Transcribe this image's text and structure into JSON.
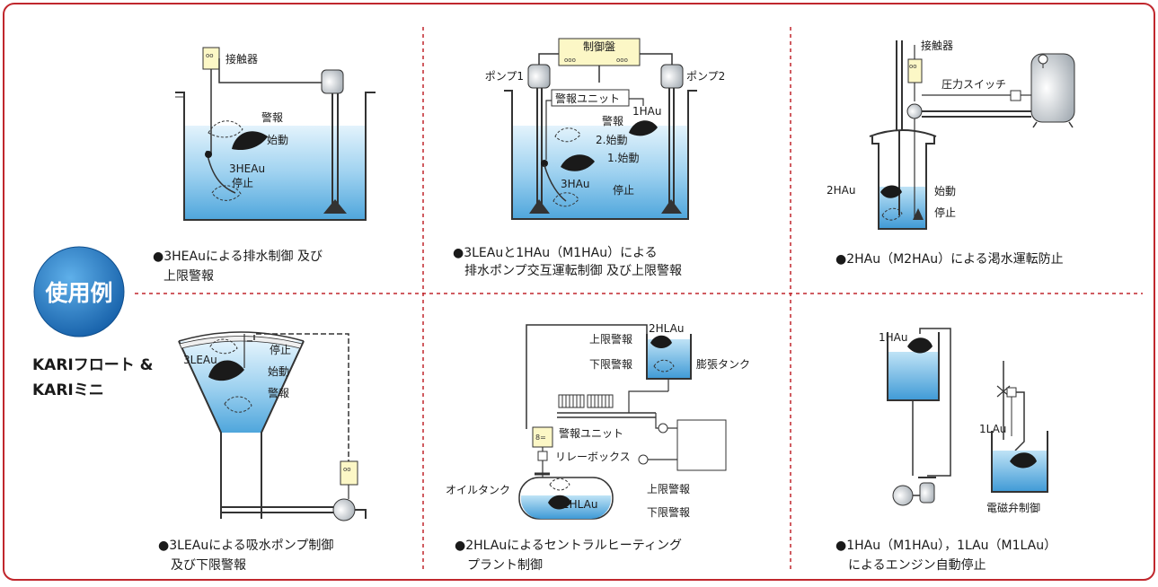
{
  "badge": {
    "label": "使用例"
  },
  "product": {
    "line1": "KARIフロート &",
    "line2": "KARIミニ"
  },
  "panels": [
    {
      "captions": [
        "●3HEAuによる排水制御 及び",
        "上限警報"
      ],
      "labels": {
        "contactor": "接触器",
        "alarm": "警報",
        "start": "始動",
        "model": "3HEAu",
        "stop": "停止"
      }
    },
    {
      "captions": [
        "●3LEAuと1HAu（M1HAu）による",
        "排水ポンプ交互運転制御 及び上限警報"
      ],
      "labels": {
        "panel": "制御盤",
        "pump1": "ポンプ1",
        "pump2": "ポンプ2",
        "alarm_unit": "警報ユニット",
        "model_1hau": "1HAu",
        "alarm": "警報",
        "start2": "2.始動",
        "start1": "1.始動",
        "model_3hau": "3HAu",
        "stop": "停止"
      }
    },
    {
      "captions": [
        "●2HAu（M2HAu）による渇水運転防止"
      ],
      "labels": {
        "contactor": "接触器",
        "pressure_switch": "圧力スイッチ",
        "model": "2HAu",
        "start": "始動",
        "stop": "停止"
      }
    },
    {
      "captions": [
        "●3LEAuによる吸水ポンプ制御",
        "及び下限警報"
      ],
      "labels": {
        "model": "3LEAu",
        "stop": "停止",
        "start": "始動",
        "alarm": "警報"
      }
    },
    {
      "captions": [
        "●2HLAuによるセントラルヒーティング",
        "プラント制御"
      ],
      "labels": {
        "model_top": "2HLAu",
        "upper_alarm": "上限警報",
        "lower_alarm": "下限警報",
        "expansion_tank": "膨張タンク",
        "alarm_unit": "警報ユニット",
        "relay_box": "リレーボックス",
        "oil_tank": "オイルタンク",
        "model_bottom": "2HLAu",
        "upper_alarm2": "上限警報",
        "lower_alarm2": "下限警報"
      }
    },
    {
      "captions": [
        "●1HAu（M1HAu），1LAu（M1LAu）",
        "によるエンジン自動停止"
      ],
      "labels": {
        "model_1hau": "1HAu",
        "model_1lau": "1LAu",
        "solenoid": "電磁弁制御"
      }
    }
  ],
  "colors": {
    "frame": "#c0272d",
    "divider": "#c0272d",
    "badge": "#1e6fb8",
    "water_top": "#dff1fb",
    "water_bottom": "#5aaedf",
    "float": "#1a1a1a",
    "box": "#fcf7c6"
  }
}
